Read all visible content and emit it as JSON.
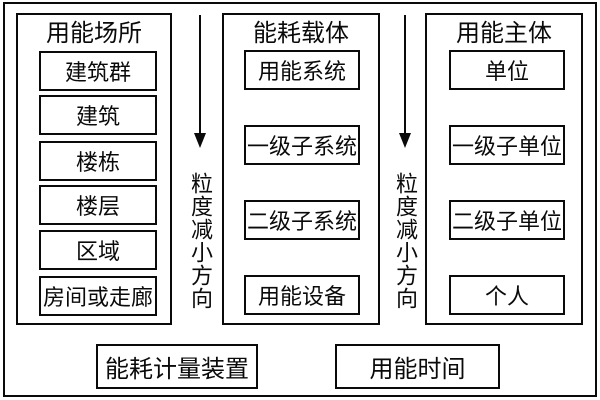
{
  "diagram": {
    "colors": {
      "line": "#0a0a0a",
      "background": "#ffffff"
    },
    "columns": [
      {
        "title": "用能场所",
        "items": [
          "建筑群",
          "建筑",
          "楼栋",
          "楼层",
          "区域",
          "房间或走廊"
        ]
      },
      {
        "title": "能耗载体",
        "items": [
          "用能系统",
          "一级子系统",
          "二级子系统",
          "用能设备"
        ]
      },
      {
        "title": "用能主体",
        "items": [
          "单位",
          "一级子单位",
          "二级子单位",
          "个人"
        ]
      }
    ],
    "arrows": [
      {
        "label": "粒度减小方向",
        "direction": "down"
      },
      {
        "label": "粒度减小方向",
        "direction": "down"
      }
    ],
    "bottom_boxes": [
      {
        "label": "能耗计量装置"
      },
      {
        "label": "用能时间"
      }
    ]
  }
}
